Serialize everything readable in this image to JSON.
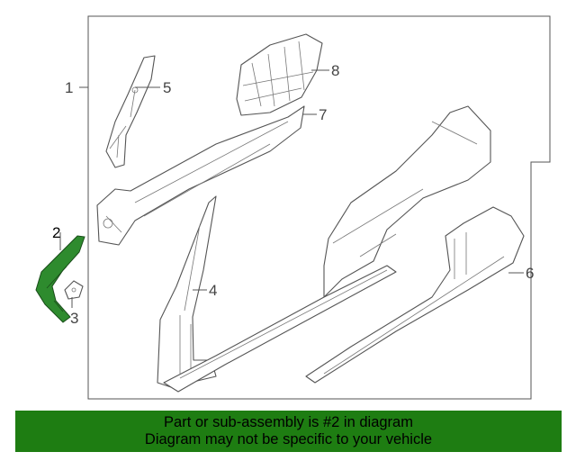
{
  "callouts": {
    "c1": "1",
    "c2": "2",
    "c3": "3",
    "c4": "4",
    "c5": "5",
    "c6": "6",
    "c7": "7",
    "c8": "8"
  },
  "banner": {
    "line1": "Part or sub-assembly is #2 in diagram",
    "line2": "Diagram may not be specific to your vehicle"
  },
  "colors": {
    "highlight_part": "#2e8b2e",
    "banner_bg": "#1e7d12",
    "line": "#555555"
  }
}
